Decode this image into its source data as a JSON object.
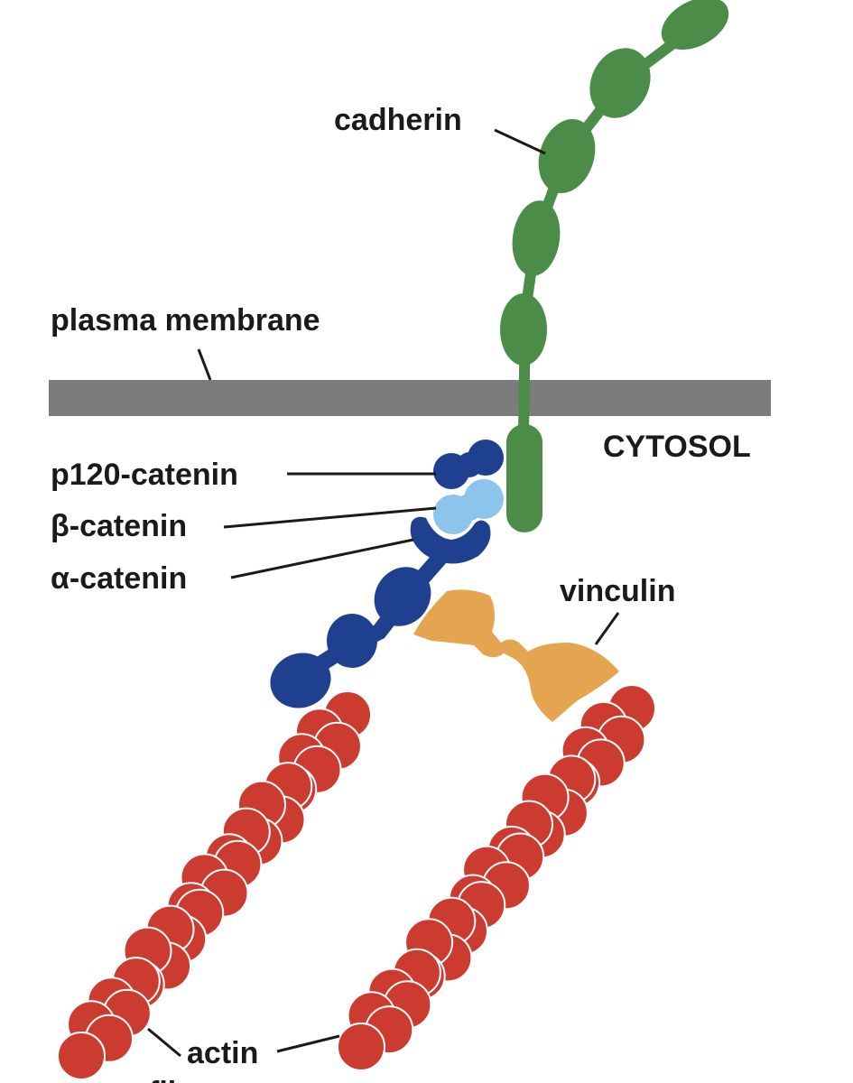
{
  "labels": {
    "cadherin": "cadherin",
    "plasma_membrane": "plasma membrane",
    "cytosol": "CYTOSOL",
    "p120_catenin": "p120-catenin",
    "beta_catenin": "β-catenin",
    "alpha_catenin": "α-catenin",
    "vinculin": "vinculin",
    "actin": "actin",
    "filament_partial": "fil"
  },
  "colors": {
    "cadherin": "#4a8c48",
    "membrane": "#7a7d7c",
    "p120_catenin": "#1f3f8f",
    "beta_catenin": "#8cc4ec",
    "alpha_catenin": "#1f3f8f",
    "vinculin": "#e5a550",
    "actin": "#cc3b2f",
    "text": "#1a1a1a"
  }
}
